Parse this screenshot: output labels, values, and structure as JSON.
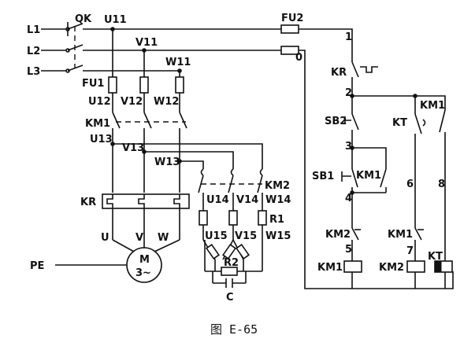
{
  "labels": {
    "L1": "L1",
    "L2": "L2",
    "L3": "L3",
    "QK": "QK",
    "U11": "U11",
    "V11": "V11",
    "W11": "W11",
    "FU1": "FU1",
    "FU2": "FU2",
    "U12": "U12",
    "V12": "V12",
    "W12": "W12",
    "KM1_main": "KM1",
    "U13": "U13",
    "V13": "V13",
    "W13": "W13",
    "U14": "U14",
    "V14": "V14",
    "W14": "W14",
    "KM2_main": "KM2",
    "R1": "R1",
    "U15": "U15",
    "V15": "V15",
    "W15": "W15",
    "R2": "R2",
    "C": "C",
    "KR_main": "KR",
    "U": "U",
    "V": "V",
    "W": "W",
    "PE": "PE",
    "M": "M",
    "M3": "3~",
    "n1": "1",
    "n0": "0",
    "n2": "2",
    "n3": "3",
    "n4": "4",
    "n5": "5",
    "n6": "6",
    "n7": "7",
    "n8": "8",
    "KR_ctrl": "KR",
    "SB2": "SB2",
    "SB1": "SB1",
    "KM1_sb1": "KM1",
    "KM1_hold": "KM1",
    "KT_contact": "KT",
    "KM2_ctrl": "KM2",
    "KM1_ctrl": "KM1",
    "KM1_coil": "KM1",
    "KM2_coil": "KM2",
    "KT_coil": "KT"
  },
  "caption": "图 E-65"
}
